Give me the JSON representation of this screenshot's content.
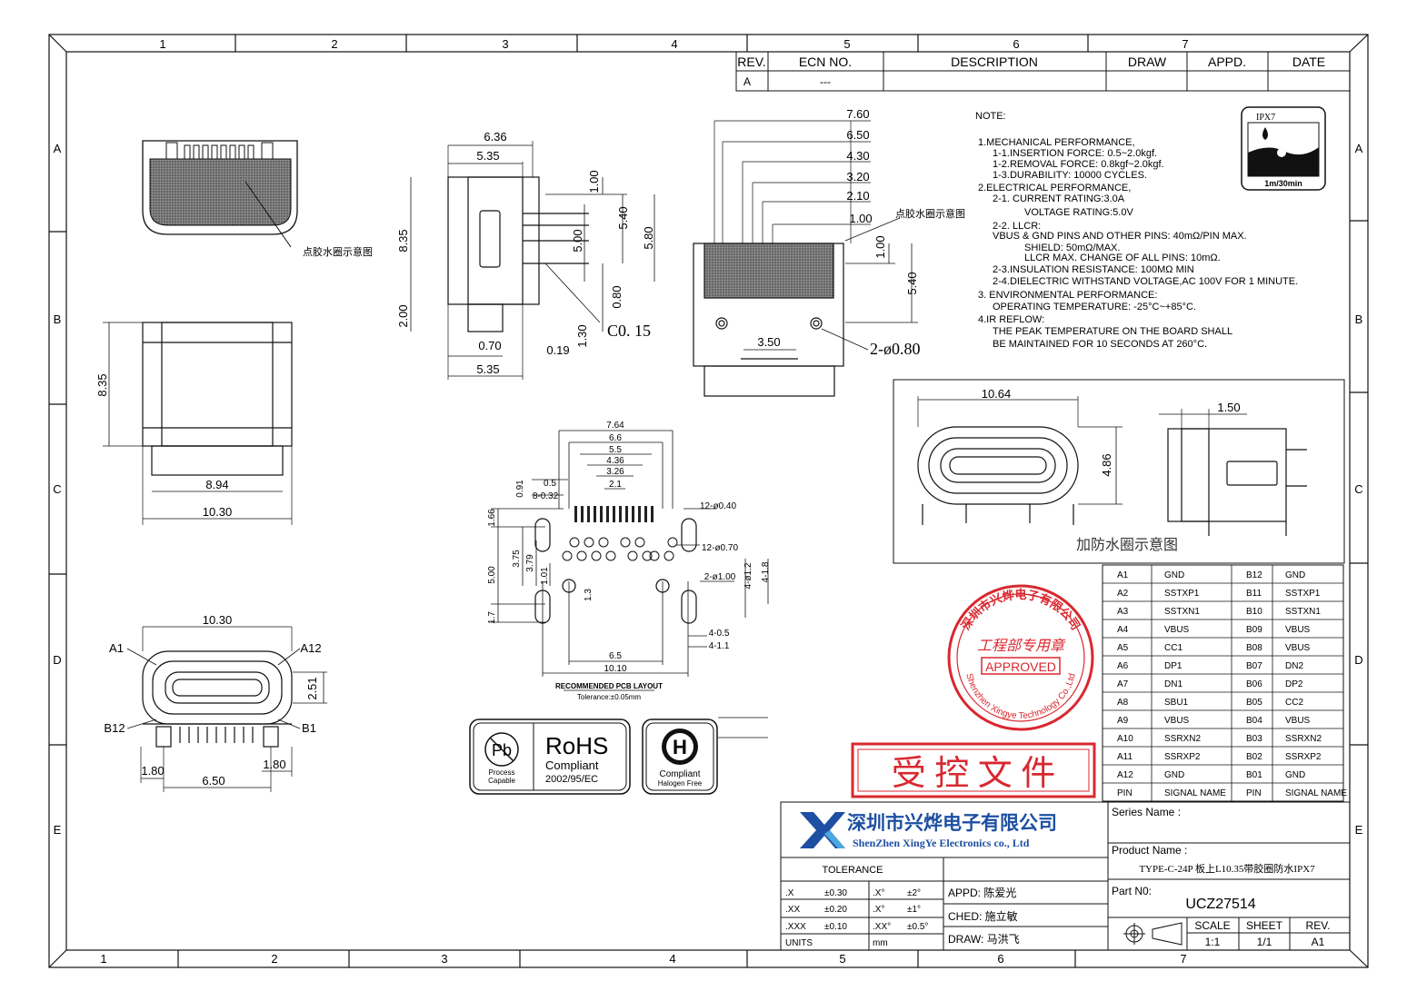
{
  "frame": {
    "top_columns": [
      "1",
      "2",
      "3",
      "4",
      "5",
      "6",
      "7"
    ],
    "bottom_columns": [
      "1",
      "2",
      "3",
      "4",
      "5",
      "6",
      "7"
    ],
    "rows": [
      "A",
      "B",
      "C",
      "D",
      "E"
    ]
  },
  "revision_table": {
    "headers": [
      "REV.",
      "ECN NO.",
      "DESCRIPTION",
      "DRAW",
      "APPD.",
      "DATE"
    ],
    "row": [
      "A",
      "---",
      "",
      "",
      "",
      ""
    ]
  },
  "views": {
    "top_view_note": "点胶水圈示意图",
    "top_view_width": "8.94",
    "top_view_overall": "10.30",
    "top_view_height": "8.35",
    "side_dims": [
      "6.36",
      "5.35",
      "1.00",
      "5.40",
      "5.00",
      "5.80",
      "8.35",
      "2.00",
      "0.80",
      "1.30",
      "0.70",
      "0.19",
      "5.35"
    ],
    "chamfer": "C0. 15",
    "front_dims": [
      "7.60",
      "6.50",
      "4.30",
      "3.20",
      "2.10",
      "1.00",
      "1.00",
      "5.40",
      "3.50"
    ],
    "front_note": "点胶水圈示意图",
    "front_holes": "2-ø0.80",
    "bottom_view_width": "10.30",
    "bottom_labels": [
      "A1",
      "A12",
      "B12",
      "B1"
    ],
    "bottom_dims": [
      "2.51",
      "1.80",
      "1.80",
      "6.50"
    ],
    "seal_dims": [
      "10.64",
      "4.86",
      "1.50"
    ],
    "seal_caption": "加防水圈示意图"
  },
  "pcb": {
    "dims_top": [
      "7.64",
      "6.6",
      "5.5",
      "4.36",
      "3.26",
      "2.1"
    ],
    "left_dims": [
      "0.91",
      "0.5",
      "8-0.32",
      "1.66",
      "3.75",
      "3.79",
      "5.00",
      "1.01",
      "1.3",
      "1.7"
    ],
    "right_dims": [
      "12-ø0.40",
      "12-ø0.70",
      "2-ø1.00",
      "4-ø1.2",
      "4-1.8",
      "4-0.5",
      "4-1.1"
    ],
    "bottom_dims": [
      "6.5",
      "10.10"
    ],
    "title": "RECOMMENDED PCB LAYOUT",
    "tolerance": "Tolerance:±0.05mm"
  },
  "notes": {
    "heading": "NOTE:",
    "lines": [
      "1.MECHANICAL PERFORMANCE,",
      "1-1.INSERTION FORCE: 0.5~2.0kgf.",
      "1-2.REMOVAL FORCE: 0.8kgf~2.0kgf.",
      "1-3.DURABILITY: 10000 CYCLES.",
      "2.ELECTRICAL PERFORMANCE,",
      "2-1. CURRENT RATING:3.0A",
      "VOLTAGE RATING:5.0V",
      "2-2. LLCR:",
      "VBUS & GND PINS AND OTHER PINS: 40mΩ/PIN MAX.",
      "SHIELD: 50mΩ/MAX.",
      "LLCR MAX. CHANGE OF ALL PINS: 10mΩ.",
      "2-3.INSULATION RESISTANCE: 100MΩ MIN",
      "2-4.DIELECTRIC WITHSTAND VOLTAGE,AC 100V FOR 1 MINUTE.",
      "3. ENVIRONMENTAL PERFORMANCE:",
      "OPERATING TEMPERATURE: -25°C~+85°C.",
      "4.IR REFLOW:",
      "THE PEAK TEMPERATURE ON THE BOARD SHALL",
      "BE MAINTAINED FOR 10 SECONDS AT 260°C."
    ]
  },
  "ipx": {
    "label": "IPX7",
    "depth": "1m/30min"
  },
  "pin_table": {
    "rows": [
      [
        "A1",
        "GND",
        "B12",
        "GND"
      ],
      [
        "A2",
        "SSTXP1",
        "B11",
        "SSTXP1"
      ],
      [
        "A3",
        "SSTXN1",
        "B10",
        "SSTXN1"
      ],
      [
        "A4",
        "VBUS",
        "B09",
        "VBUS"
      ],
      [
        "A5",
        "CC1",
        "B08",
        "VBUS"
      ],
      [
        "A6",
        "DP1",
        "B07",
        "DN2"
      ],
      [
        "A7",
        "DN1",
        "B06",
        "DP2"
      ],
      [
        "A8",
        "SBU1",
        "B05",
        "CC2"
      ],
      [
        "A9",
        "VBUS",
        "B04",
        "VBUS"
      ],
      [
        "A10",
        "SSRXN2",
        "B03",
        "SSRXN2"
      ],
      [
        "A11",
        "SSRXP2",
        "B02",
        "SSRXP2"
      ],
      [
        "A12",
        "GND",
        "B01",
        "GND"
      ],
      [
        "PIN",
        "SIGNAL NAME",
        "PIN",
        "SIGNAL NAME"
      ]
    ]
  },
  "stamp": {
    "top": "深圳市兴烨电子有限公司",
    "middle": "工程部专用章",
    "approved": "APPROVED",
    "ring_en": "Shenzhen Xingye Technology Co.,Ltd"
  },
  "controlled": "受 控 文 件",
  "badges": {
    "pb": "Pb",
    "pb_caption_1": "Process",
    "pb_caption_2": "Capable",
    "rohs": "RoHS",
    "rohs_line1": "Compliant",
    "rohs_line2": "2002/95/EC",
    "halogen_line1": "Compliant",
    "halogen_line2": "Halogen Free"
  },
  "title_block": {
    "company_cn": "深圳市兴烨电子有限公司",
    "company_en": "ShenZhen XingYe Electronics co., Ltd",
    "tolerance_label": "TOLERANCE",
    "tol_rows": [
      [
        ".X",
        "±0.30",
        ".X°",
        "±2°"
      ],
      [
        ".XX",
        "±0.20",
        ".X°",
        "±1°"
      ],
      [
        ".XXX",
        "±0.10",
        ".XX°",
        "±0.5°"
      ],
      [
        "UNITS",
        "",
        "mm",
        ""
      ]
    ],
    "appd": "APPD: 陈爱光",
    "ched": "CHED: 施立敏",
    "draw": "DRAW: 马洪飞",
    "series_label": "Series Name :",
    "series_value": "",
    "product_label": "Product Name :",
    "product_value": "TYPE-C-24P 板上L10.35带胶圈防水IPX7",
    "part_label": "Part N0:",
    "part_value": "UCZ27514",
    "scale_label": "SCALE",
    "scale_value": "1:1",
    "sheet_label": "SHEET",
    "sheet_value": "1/1",
    "rev_label": "REV.",
    "rev_value": "A1"
  },
  "colors": {
    "line": "#111111",
    "stamp_red": "#d9282f",
    "brand_blue": "#1d4fa3",
    "hatch": "#555555"
  }
}
